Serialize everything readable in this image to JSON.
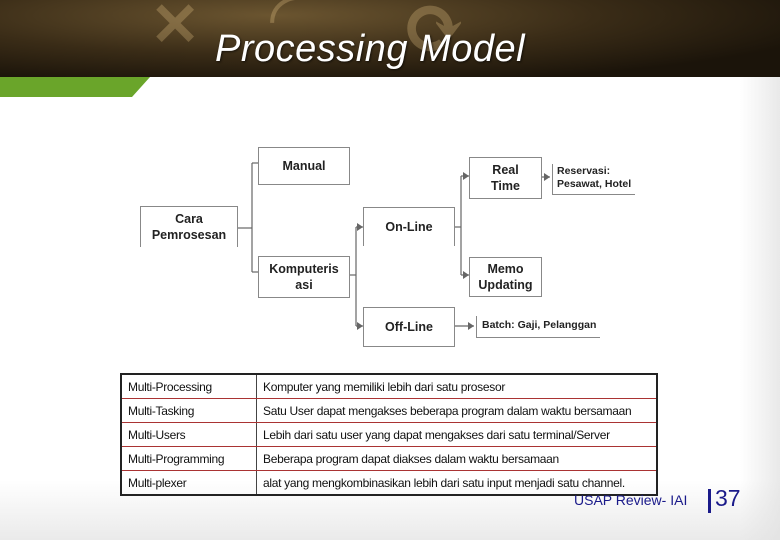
{
  "slide": {
    "title": "Processing Model"
  },
  "diagram": {
    "root": "Cara Pemrosesan",
    "manual": "Manual",
    "komputerisasi": "Komputeris asi",
    "online": "On-Line",
    "offline": "Off-Line",
    "realtime": "Real Time",
    "memo": "Memo Updating",
    "note_reservasi_1": "Reservasi:",
    "note_reservasi_2": "Pesawat, Hotel",
    "note_batch": "Batch: Gaji, Pelanggan"
  },
  "table": {
    "rows": [
      {
        "term": "Multi-Processing",
        "definition": "Komputer yang memiliki lebih dari satu prosesor"
      },
      {
        "term": "Multi-Tasking",
        "definition": "Satu User dapat mengakses beberapa program dalam waktu bersamaan"
      },
      {
        "term": "Multi-Users",
        "definition": "Lebih dari satu user yang dapat mengakses dari satu terminal/Server"
      },
      {
        "term": "Multi-Programming",
        "definition": "Beberapa program dapat diakses dalam waktu bersamaan"
      },
      {
        "term": "Multi-plexer",
        "definition": "alat yang mengkombinasikan lebih dari satu input menjadi satu channel."
      }
    ]
  },
  "footer": {
    "label": "USAP Review- IAI",
    "page": "37"
  },
  "colors": {
    "accent_green": "#6aa52a",
    "footer_blue": "#1a1a8a"
  }
}
